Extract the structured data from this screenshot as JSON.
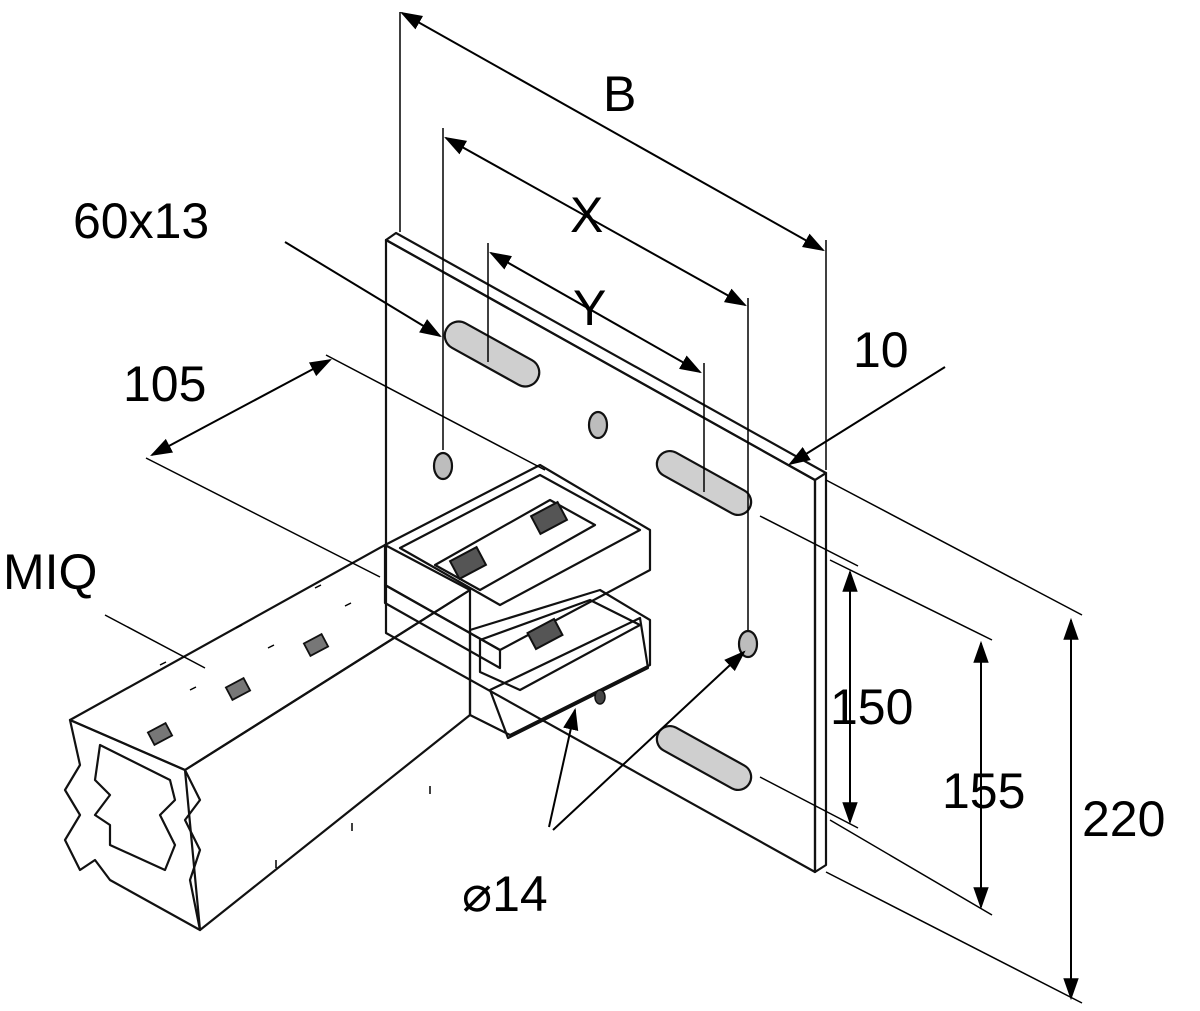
{
  "labels": {
    "b": "B",
    "x": "X",
    "y": "Y",
    "slot": "60x13",
    "plate_thickness": "10",
    "depth": "105",
    "girder": "MIQ",
    "hole_spacing_inner": "150",
    "hole_spacing_mid": "155",
    "plate_height": "220",
    "hole_diameter": "⌀14"
  },
  "colors": {
    "line": "#000000",
    "plate_light": "#e9e9e9",
    "plate_shadow": "#bdbdbd",
    "channel_dark": "#7a7a7a"
  }
}
